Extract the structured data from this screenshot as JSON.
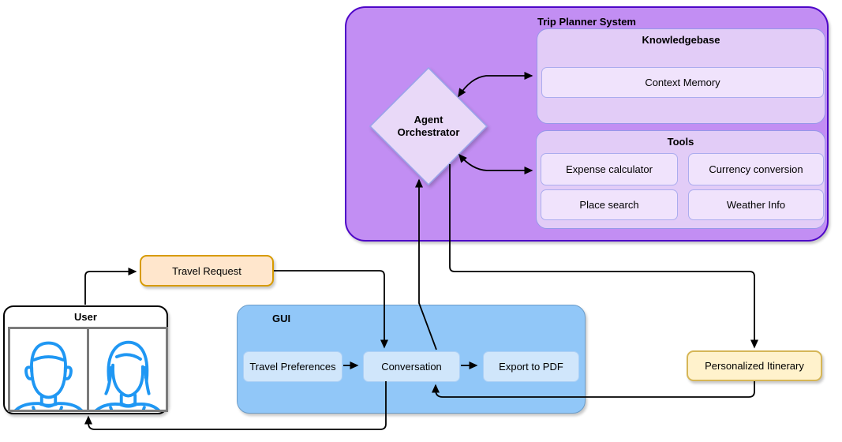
{
  "diagram": {
    "trip_planner": {
      "title": "Trip Planner System",
      "orchestrator": {
        "label": "Agent\nOrchestrator"
      },
      "knowledgebase": {
        "title": "Knowledgebase",
        "items": [
          {
            "label": "Context Memory"
          }
        ]
      },
      "tools": {
        "title": "Tools",
        "items": [
          {
            "label": "Expense calculator"
          },
          {
            "label": "Currency conversion"
          },
          {
            "label": "Place search"
          },
          {
            "label": "Weather Info"
          }
        ]
      }
    },
    "user": {
      "title": "User",
      "icons": [
        {
          "name": "male-user-icon"
        },
        {
          "name": "female-user-icon"
        }
      ]
    },
    "travel_request": {
      "label": "Travel Request"
    },
    "gui": {
      "title": "GUI",
      "items": [
        {
          "label": "Travel Preferences"
        },
        {
          "label": "Conversation"
        },
        {
          "label": "Export to PDF"
        }
      ]
    },
    "personalized_itinerary": {
      "label": "Personalized Itinerary"
    },
    "colors": {
      "container_fill": "#c28ef3",
      "container_border": "#4e06c8",
      "subcontainer_fill": "#e2ccf7",
      "subcontainer_border": "#9697e9",
      "purple_node_fill": "#f0e3fc",
      "purple_node_border": "#abacee",
      "diamond_fill": "#e9d9f8",
      "diamond_border": "#9ba3ea",
      "gui_fill": "#91c7f8",
      "gui_border": "#6b9cc8",
      "gui_node_fill": "#d0e6fb",
      "gui_node_border": "#acd0f6",
      "travel_request_fill": "#ffe6cc",
      "travel_request_border": "#d79b00",
      "itinerary_fill": "#fff2cc",
      "itinerary_border": "#d6b656",
      "person_icon": "#1f97f3",
      "edge": "#000000"
    }
  }
}
